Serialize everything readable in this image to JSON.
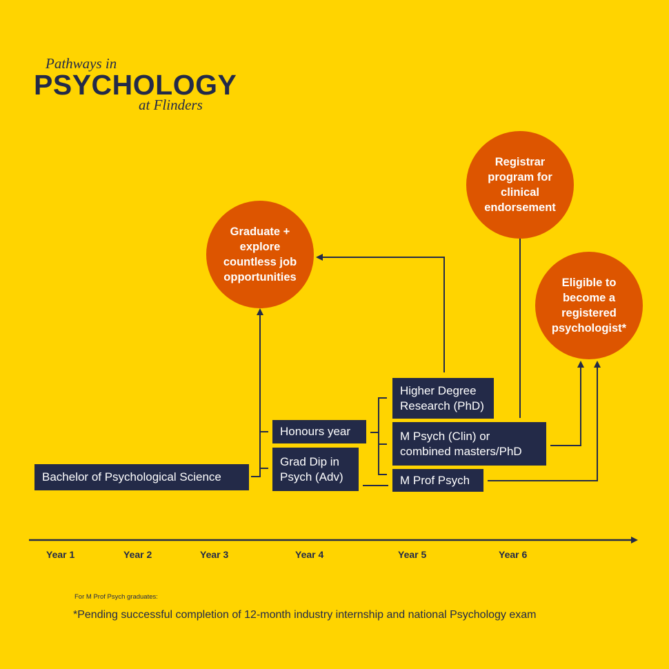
{
  "logo": {
    "top": "Pathways in",
    "main": "PSYCHOLOGY",
    "bottom": "at Flinders"
  },
  "outcomes": {
    "graduate": "Graduate + explore countless job opportunities",
    "registrar": "Registrar program for clinical endorsement",
    "eligible": "Eligible to become a registered psychologist*"
  },
  "programs": {
    "bachelor": "Bachelor of Psychological Science",
    "honours": "Honours year",
    "grad_dip_line1": "Grad Dip in",
    "grad_dip_line2": "Psych (Adv)",
    "hdr_line1": "Higher Degree",
    "hdr_line2": "Research (PhD)",
    "mpsych_line1": "M Psych (Clin) or",
    "mpsych_line2": "combined masters/PhD",
    "mprof": "M Prof Psych"
  },
  "timeline": {
    "years": [
      "Year 1",
      "Year 2",
      "Year 3",
      "Year 4",
      "Year 5",
      "Year 6"
    ]
  },
  "footnote": {
    "heading": "For M Prof Psych graduates:",
    "text": "*Pending successful completion of 12-month industry internship and national Psychology exam"
  },
  "colors": {
    "background": "#FFD400",
    "navy": "#232A48",
    "orange": "#DD5500",
    "white": "#FFFFFF"
  }
}
